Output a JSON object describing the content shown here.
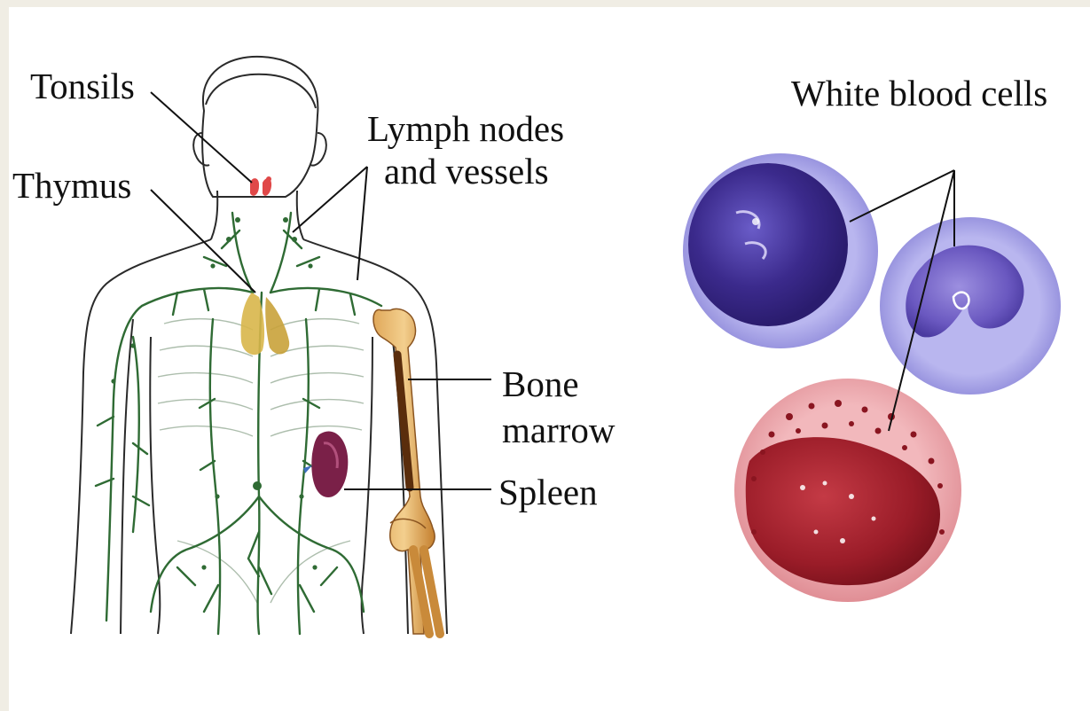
{
  "labels": {
    "tonsils": "Tonsils",
    "thymus": "Thymus",
    "lymph_line1": "Lymph nodes",
    "lymph_line2": "and vessels",
    "bone_line1": "Bone",
    "bone_line2": "marrow",
    "spleen": "Spleen",
    "white_blood_cells": "White blood cells"
  },
  "colors": {
    "background": "#f0ede4",
    "panel": "#ffffff",
    "body_outline": "#2a2a2a",
    "lymph_vessels": "#2f6b34",
    "tonsils": "#e04848",
    "thymus": "#d8b64a",
    "spleen": "#7a2048",
    "bone": "#c98a3a",
    "marrow": "#5a2d0c",
    "blue_cell": "#4c3aa0",
    "red_cell": "#a8232f"
  },
  "icons": {
    "body": "human-torso-outline",
    "bone": "arm-bone",
    "cells": "white-blood-cell"
  }
}
